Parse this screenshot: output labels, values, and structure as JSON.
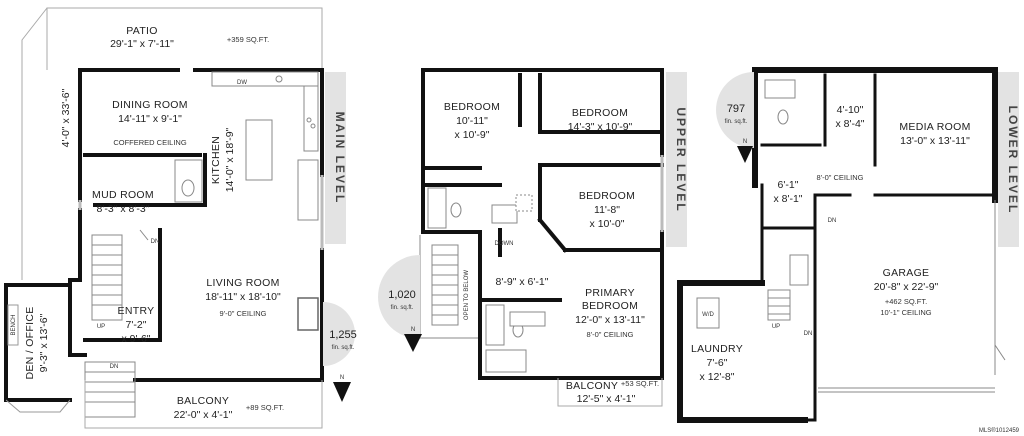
{
  "main_level": {
    "level_label": "MAIN LEVEL",
    "area": "1,255",
    "area_unit": "fin. sq.ft.",
    "north": "N",
    "stair_up": "UP",
    "stair_dn": "DN",
    "stair_dn2": "DN",
    "dw": "DW",
    "bench": "BENCH",
    "patio": {
      "name": "PATIO",
      "size": "29'-1\" x 7'-11\"",
      "extra": "+359 SQ.FT."
    },
    "dining": {
      "name": "DINING ROOM",
      "size": "14'-11\" x 9'-1\"",
      "note": "COFFERED CEILING"
    },
    "kitchen": {
      "name": "KITCHEN",
      "size": "14'-0\" x 18'-9\""
    },
    "side_dim": "4'-0\" x 33'-6\"",
    "mud": {
      "name": "MUD ROOM",
      "size": "8'-3\" x 8'-3\""
    },
    "living": {
      "name": "LIVING ROOM",
      "size": "18'-11\" x 18'-10\"",
      "note": "9'-0\" CEILING"
    },
    "entry": {
      "name": "ENTRY",
      "size1": "7'-2\"",
      "size2": "x 9'-6\""
    },
    "den": {
      "name": "DEN / OFFICE",
      "size": "9'-3\" x 13'-6\""
    },
    "balcony": {
      "name": "BALCONY",
      "size": "22'-0\" x 4'-1\"",
      "extra": "+89 SQ.FT."
    }
  },
  "upper_level": {
    "level_label": "UPPER LEVEL",
    "area": "1,020",
    "area_unit": "fin. sq.ft.",
    "north": "N",
    "down": "DOWN",
    "open_below": "OPEN TO BELOW",
    "bed1": {
      "name": "BEDROOM",
      "size1": "10'-11\"",
      "size2": "x 10'-9\""
    },
    "bed2": {
      "name": "BEDROOM",
      "size": "14'-3\" x 10'-9\""
    },
    "bed3": {
      "name": "BEDROOM",
      "size1": "11'-8\"",
      "size2": "x 10'-0\""
    },
    "closet": {
      "size": "8'-9\" x 6'-1\""
    },
    "primary": {
      "name1": "PRIMARY",
      "name2": "BEDROOM",
      "size": "12'-0\" x 13'-11\"",
      "note": "8'-0\" CEILING"
    },
    "balcony": {
      "name": "BALCONY",
      "extra": "+53 SQ.FT.",
      "size": "12'-5\" x 4'-1\""
    }
  },
  "lower_level": {
    "level_label": "LOWER LEVEL",
    "area": "797",
    "area_unit": "fin. sq.ft.",
    "north": "N",
    "stair_up": "UP",
    "stair_dn": "DN",
    "stair_dn2": "DN",
    "wd": "W/D",
    "storage": {
      "size1": "4'-10\"",
      "size2": "x 8'-4\""
    },
    "media": {
      "name": "MEDIA ROOM",
      "size": "13'-0\" x 13'-11\""
    },
    "ceiling": "8'-0\" CEILING",
    "hall": {
      "size1": "6'-1\"",
      "size2": "x 8'-1\""
    },
    "garage": {
      "name": "GARAGE",
      "size": "20'-8\" x 22'-9\"",
      "extra": "+462 SQ.FT.",
      "note": "10'-1\" CEILING"
    },
    "laundry": {
      "name": "LAUNDRY",
      "size1": "7'-6\"",
      "size2": "x 12'-8\""
    }
  },
  "watermark": "MLS®1012459"
}
